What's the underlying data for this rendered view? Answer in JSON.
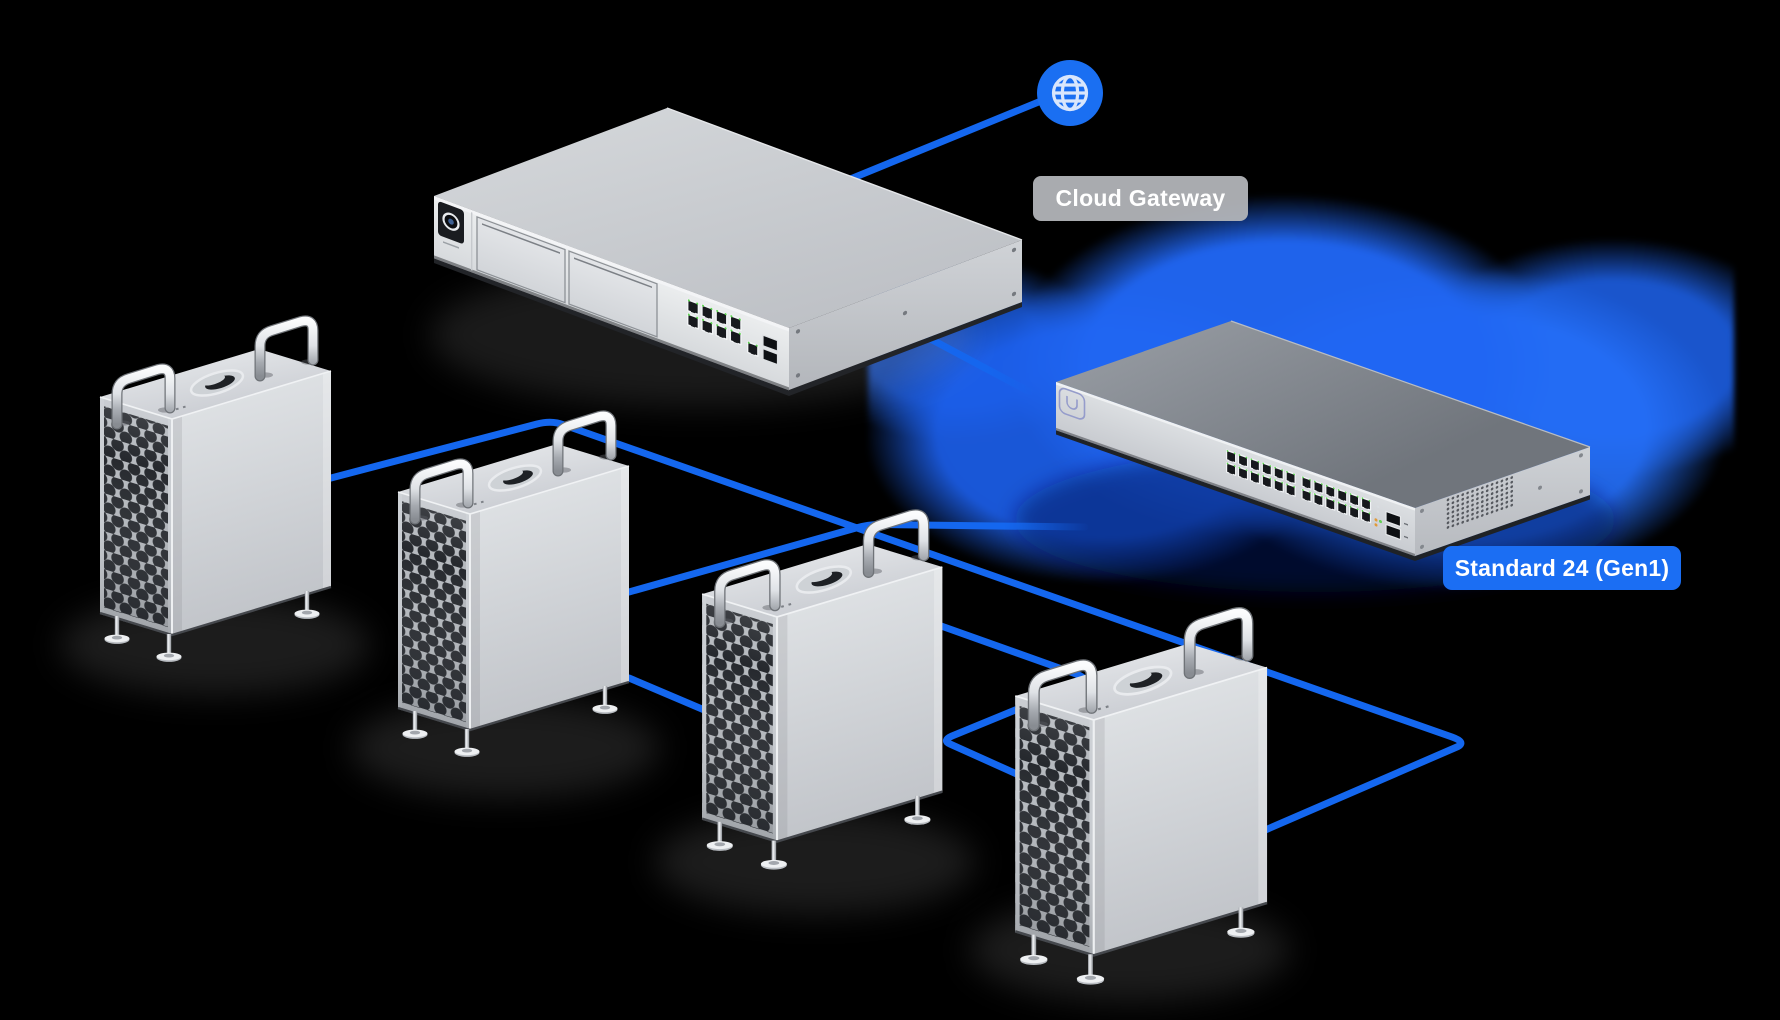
{
  "diagram": {
    "internet": {
      "icon": "globe-icon",
      "color": "#1a6ff2"
    },
    "cloud_gateway": {
      "label": "Cloud Gateway",
      "ethernet_ports": 8,
      "sfp_ports": 2,
      "drive_bays": 2
    },
    "switch": {
      "label": "Standard 24 (Gen1)",
      "ethernet_ports": 24,
      "sfp_ports": 2,
      "highlighted": true
    },
    "workstations": [
      {
        "name": "workstation-1"
      },
      {
        "name": "workstation-2"
      },
      {
        "name": "workstation-3"
      },
      {
        "name": "workstation-4"
      }
    ],
    "colors": {
      "connection_blue": "#1467ef",
      "glow_blue": "#2066f3",
      "gateway_label_bg": "#b2b4b8",
      "switch_label_bg": "#1b6ef3",
      "label_text": "#ffffff",
      "background": "#000000"
    }
  }
}
